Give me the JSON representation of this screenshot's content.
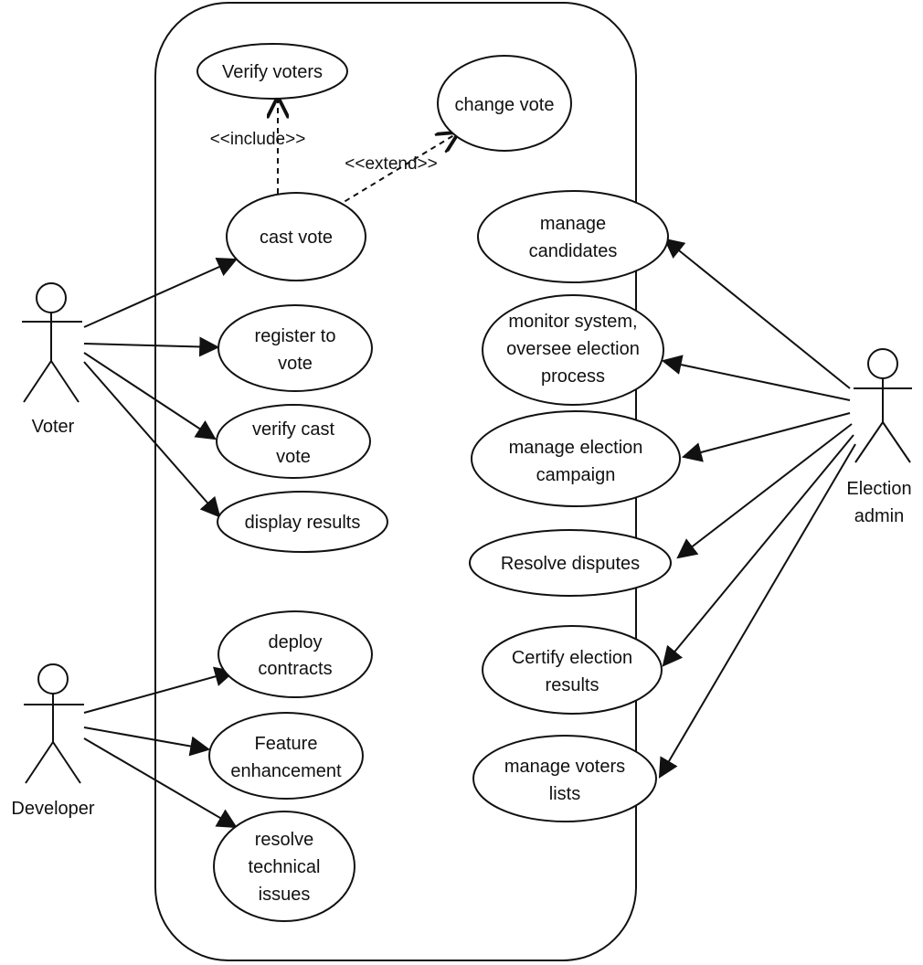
{
  "actors": [
    {
      "id": "voter",
      "label": "Voter"
    },
    {
      "id": "developer",
      "label": "Developer"
    },
    {
      "id": "election-admin",
      "label": "Election admin"
    }
  ],
  "use_cases": [
    {
      "id": "verify-voters",
      "label": "Verify voters"
    },
    {
      "id": "change-vote",
      "label": "change vote"
    },
    {
      "id": "cast-vote",
      "label": "cast vote"
    },
    {
      "id": "register-to-vote",
      "label": "register to vote"
    },
    {
      "id": "verify-cast-vote",
      "label": "verify cast vote"
    },
    {
      "id": "display-results",
      "label": "display results"
    },
    {
      "id": "deploy-contracts",
      "label": "deploy contracts"
    },
    {
      "id": "feature-enhancement",
      "label": "Feature enhancement"
    },
    {
      "id": "resolve-technical-issues",
      "label": "resolve technical issues"
    },
    {
      "id": "manage-candidates",
      "label": "manage candidates"
    },
    {
      "id": "monitor-system",
      "label": "monitor system, oversee election process"
    },
    {
      "id": "manage-election-campaign",
      "label": "manage election campaign"
    },
    {
      "id": "resolve-disputes",
      "label": "Resolve disputes"
    },
    {
      "id": "certify-election-results",
      "label": "Certify election results"
    },
    {
      "id": "manage-voters-lists",
      "label": "manage voters lists"
    }
  ],
  "relationships": {
    "include": "<<include>>",
    "extend": "<<extend>>"
  }
}
